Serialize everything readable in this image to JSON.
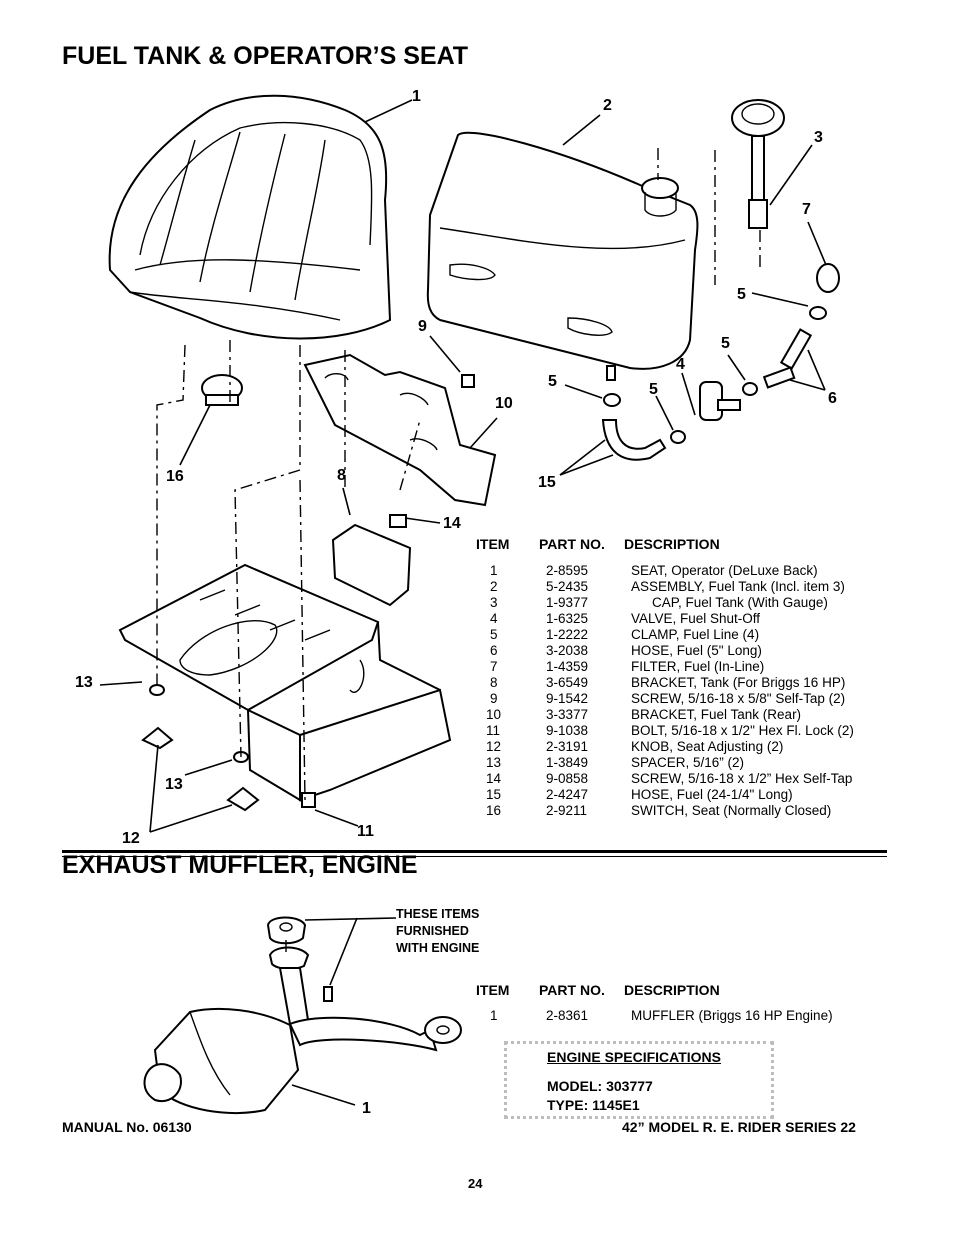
{
  "section1": {
    "title": "FUEL TANK & OPERATOR’S SEAT",
    "callouts": [
      "1",
      "2",
      "3",
      "7",
      "5",
      "9",
      "5",
      "5",
      "4",
      "5",
      "6",
      "10",
      "16",
      "8",
      "15",
      "14",
      "13",
      "13",
      "12",
      "11"
    ],
    "table": {
      "headers": {
        "item": "ITEM",
        "part": "PART NO.",
        "desc": "DESCRIPTION"
      },
      "rows": [
        {
          "item": "1",
          "part": "2-8595",
          "desc": "SEAT, Operator (DeLuxe Back)"
        },
        {
          "item": "2",
          "part": "5-2435",
          "desc": "ASSEMBLY, Fuel Tank (Incl. item 3)"
        },
        {
          "item": "3",
          "part": "1-9377",
          "desc": "CAP, Fuel Tank (With Gauge)"
        },
        {
          "item": "4",
          "part": "1-6325",
          "desc": "VALVE, Fuel Shut-Off"
        },
        {
          "item": "5",
          "part": "1-2222",
          "desc": "CLAMP, Fuel Line (4)"
        },
        {
          "item": "6",
          "part": "3-2038",
          "desc": "HOSE, Fuel (5\" Long)"
        },
        {
          "item": "7",
          "part": "1-4359",
          "desc": "FILTER, Fuel (In-Line)"
        },
        {
          "item": "8",
          "part": "3-6549",
          "desc": "BRACKET, Tank (For Briggs 16 HP)"
        },
        {
          "item": "9",
          "part": "9-1542",
          "desc": "SCREW, 5/16-18 x 5/8\" Self-Tap (2)"
        },
        {
          "item": "10",
          "part": "3-3377",
          "desc": "BRACKET, Fuel Tank (Rear)"
        },
        {
          "item": "11",
          "part": "9-1038",
          "desc": "BOLT, 5/16-18 x 1/2\" Hex Fl. Lock (2)"
        },
        {
          "item": "12",
          "part": "2-3191",
          "desc": "KNOB, Seat Adjusting (2)"
        },
        {
          "item": "13",
          "part": "1-3849",
          "desc": "SPACER, 5/16” (2)"
        },
        {
          "item": "14",
          "part": "9-0858",
          "desc": "SCREW, 5/16-18 x 1/2” Hex Self-Tap"
        },
        {
          "item": "15",
          "part": "2-4247",
          "desc": "HOSE, Fuel (24-1/4\" Long)"
        },
        {
          "item": "16",
          "part": "2-9211",
          "desc": "SWITCH, Seat (Normally Closed)"
        }
      ]
    }
  },
  "section2": {
    "title": "EXHAUST MUFFLER, ENGINE",
    "note": [
      "THESE ITEMS",
      "FURNISHED",
      "WITH ENGINE"
    ],
    "callout": "1",
    "table": {
      "headers": {
        "item": "ITEM",
        "part": "PART NO.",
        "desc": "DESCRIPTION"
      },
      "rows": [
        {
          "item": "1",
          "part": "2-8361",
          "desc": "MUFFLER (Briggs 16 HP Engine)"
        }
      ]
    },
    "specs": {
      "heading": "ENGINE SPECIFICATIONS",
      "model": "MODEL: 303777",
      "type": "TYPE: 1145E1"
    }
  },
  "footer": {
    "manual": "MANUAL No. 06130",
    "model": "42” MODEL R. E. RIDER SERIES 22",
    "page": "24"
  }
}
